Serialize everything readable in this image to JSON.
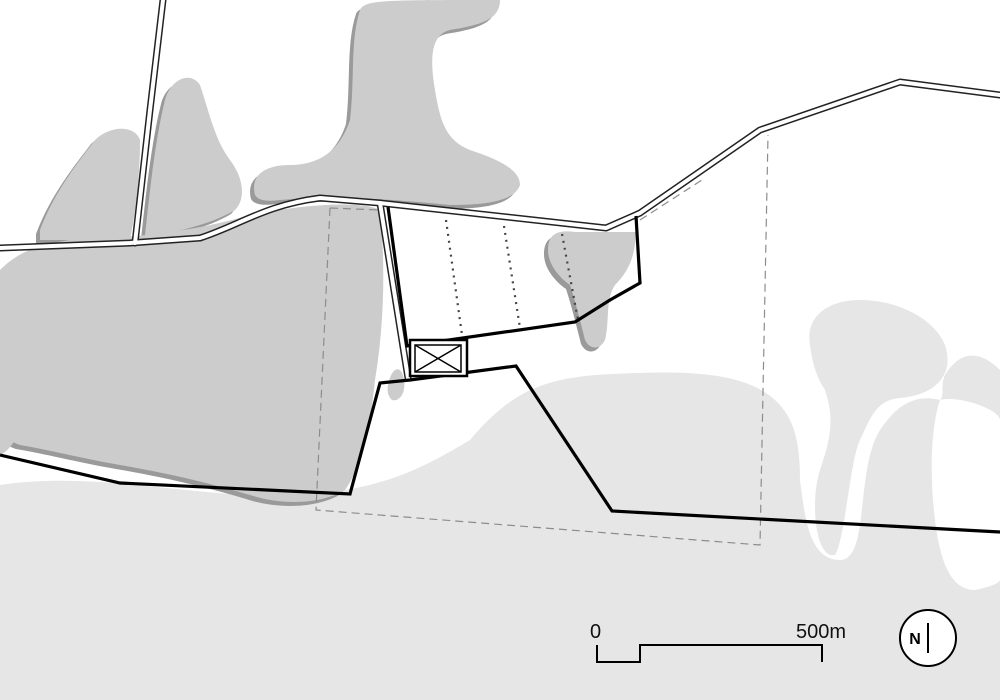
{
  "map": {
    "colors": {
      "background": "#ffffff",
      "light_region": "#e6e6e6",
      "forest": "#cccccc",
      "forest_shadow": "#9a9a9a",
      "road": "#ffffff",
      "road_casing": "#222222",
      "boundary": "#000000",
      "dashed_outline": "#8c8c8c",
      "dotted_lines": "#444444"
    },
    "features": [
      "roads",
      "forest-patches",
      "site-boundary",
      "study-area-outline",
      "plot-divisions",
      "building-marker"
    ]
  },
  "scale_bar": {
    "start_label": "0",
    "end_label": "500m"
  },
  "north_arrow": {
    "letter": "N"
  }
}
